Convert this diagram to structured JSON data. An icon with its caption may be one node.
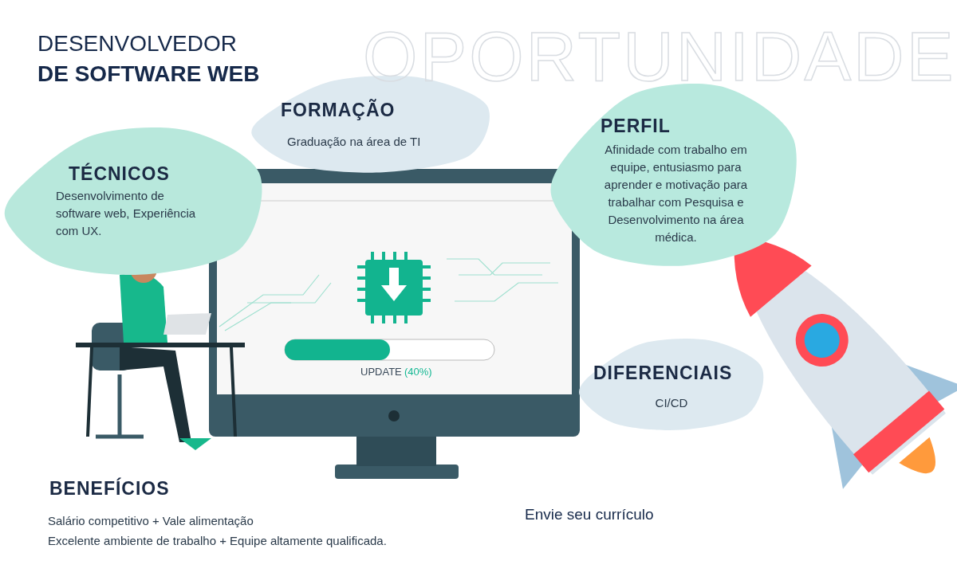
{
  "diagram": {
    "title": "DESENVOLVEDOR **DE SOFTWARE WEB**",
    "nodes": [
      {
        "text": [
          "FORMAÇÃO",
          "Graduação na área de TI"
        ]
      },
      {
        "text": [
          "TÉCNICOS",
          "Desenvolvimento de software web, Experiência com UX."
        ]
      },
      {
        "text": [
          "PERFIL",
          "Afinidade com trabalho em equipe, entusiasmo para aprender e motivação para trabalhar com Pesquisa e Desenvolvimento na área médica."
        ]
      },
      {
        "text": [
          "DIFERENCIAIS",
          "CI/CD"
        ]
      }
    ],
    "labels": [
      "OPORTUNIDADE",
      "UPDATE",
      "(40%)",
      "BENEFÍCIOS",
      "Salário competitivo + Vale alimentação",
      "Excelente ambiente de trabalho + Equipe altamente qualificada.",
      "Envie seu currículo"
    ]
  }
}
